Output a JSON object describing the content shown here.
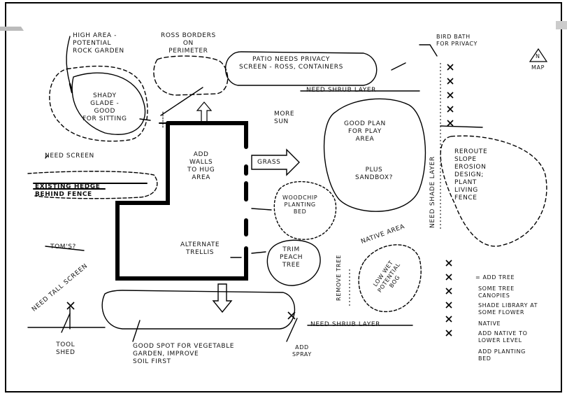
{
  "diagram": {
    "labels": {
      "high_area": "HIGH AREA -\nPOTENTIAL\nROCK GARDEN",
      "ross_borders": "ROSS BORDERS\nON\nPERIMETER",
      "patio_screen": "PATIO NEEDS PRIVACY\nSCREEN - ROSS, CONTAINERS",
      "shady_glade": "SHADY\nGLADE -\nGOOD\nFOR SITTING",
      "more_sun_top": "MORE\nSUN",
      "add_walls": "ADD\nWALLS\nTO HUG\nAREA",
      "grass": "GRASS",
      "good_play": "GOOD PLAN\nFOR PLAY\nAREA",
      "plus_sandbox": "PLUS\nSANDBOX?",
      "woodchip": "WOODCHIP\nPLANTING\nBED",
      "alternate_trellis": "ALTERNATE\nTRELLIS",
      "trim_peach": "TRIM\nPEACH\nTREE",
      "native_area": "NATIVE AREA",
      "low_wet_area": "LOW WET\nPOTENTIAL\nBOG",
      "reroute_slope": "REROUTE\nSLOPE\nEROSION\nDESIGN;\nPLANT\nLIVING\nFENCE",
      "need_screen_left": "NEED SCREEN",
      "need_shrub_top": "NEED SHRUB LAYER",
      "need_shrub_bottom": "NEED SHRUB LAYER",
      "need_shade_layer": "NEED SHADE LAYER",
      "need_tall_screen": "NEED TALL SCREEN",
      "remove_tree": "REMOVE TREE",
      "existing_hedge": "EXISTING HEDGE\nBEHIND FENCE",
      "tom": "TOM'S?",
      "stump": "TOOL\nSHED",
      "compost": "GOOD SPOT FOR VEGETABLE\nGARDEN, IMPROVE\nSOIL FIRST",
      "add_spray": "ADD\nSPRAY",
      "birdbath": "BIRD BATH\nFOR PRIVACY",
      "north": "N",
      "north_sub": "MAP",
      "key_title": "= ADD TREE",
      "key_1": "SOME TREE\nCANOPIES",
      "key_2": "SHADE LIBRARY AT\nSOME FLOWER",
      "key_3": "NATIVE",
      "key_4": "ADD NATIVE TO\nLOWER LEVEL",
      "key_5": "ADD PLANTING\nBED"
    }
  }
}
